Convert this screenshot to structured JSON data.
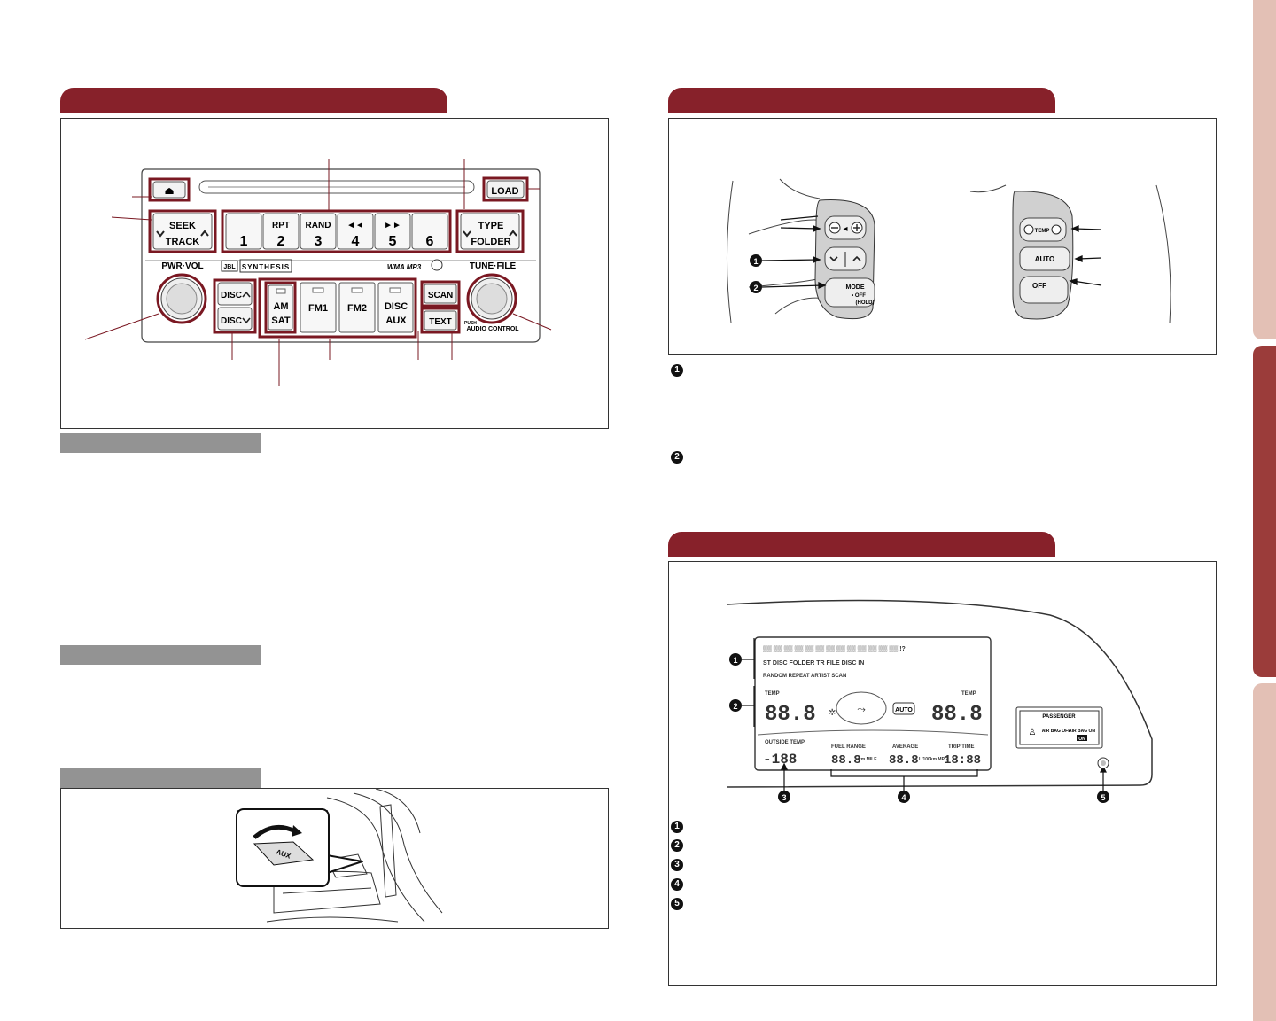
{
  "audio": {
    "eject_symbol": "⏏",
    "load": "LOAD",
    "seek": "SEEK",
    "track": "TRACK",
    "presets": [
      {
        "top": "",
        "num": "1"
      },
      {
        "top": "RPT",
        "num": "2"
      },
      {
        "top": "RAND",
        "num": "3"
      },
      {
        "top": "◄◄",
        "num": "4"
      },
      {
        "top": "►►",
        "num": "5"
      },
      {
        "top": "",
        "num": "6"
      }
    ],
    "type": "TYPE",
    "folder": "FOLDER",
    "pwr_vol": "PWR·VOL",
    "tune_file": "TUNE·FILE",
    "jbl": "JBL",
    "synthesis": "SYNTHESIS",
    "formats": "WMA MP3",
    "disc_up": "DISC",
    "disc_down": "DISC",
    "am": "AM",
    "sat": "SAT",
    "fm1": "FM1",
    "fm2": "FM2",
    "disc": "DISC",
    "aux": "AUX",
    "scan": "SCAN",
    "text": "TEXT",
    "push": "PUSH",
    "audio_control": "AUDIO CONTROL"
  },
  "wheel": {
    "mode": "MODE",
    "off": "• OFF",
    "hold": "(HOLD)",
    "temp": "TEMP",
    "auto": "AUTO",
    "off2": "OFF",
    "callout1": "1",
    "callout2": "2"
  },
  "display": {
    "row1_icons": "ST   DISC  FOLDER    TR  FILE     DISC  IN",
    "row1_sub": "RANDOM              REPEAT                 ARTIST             SCAN",
    "temp_left_label": "TEMP",
    "temp_right_label": "TEMP",
    "temp_left": "88.8",
    "temp_right": "88.8",
    "auto": "AUTO",
    "outside_temp": "OUTSIDE TEMP",
    "outside_val": "-188",
    "fuel_range": "FUEL RANGE",
    "fuel_val": "88.8",
    "fuel_unit": "km MILE",
    "average": "AVERAGE",
    "average_val": "88.8",
    "average_unit": "L/100km MPG",
    "trip_time": "TRIP TIME",
    "trip_val": "18:88",
    "passenger": "PASSENGER",
    "airbag_off": "AIR BAG OFF",
    "airbag_on": "AIR BAG ON",
    "on": "ON",
    "callouts": [
      "1",
      "2",
      "3",
      "4",
      "5"
    ]
  },
  "aux_label": "AUX",
  "legend_wheel": [
    "1",
    "2"
  ],
  "legend_display": [
    "1",
    "2",
    "3",
    "4",
    "5"
  ],
  "colors": {
    "section_tab": "#87212a",
    "highlight": "#7a1822",
    "side_light": "#e6c2b7",
    "side_mid": "#9b3c3a",
    "subhead_gray": "#939393"
  }
}
